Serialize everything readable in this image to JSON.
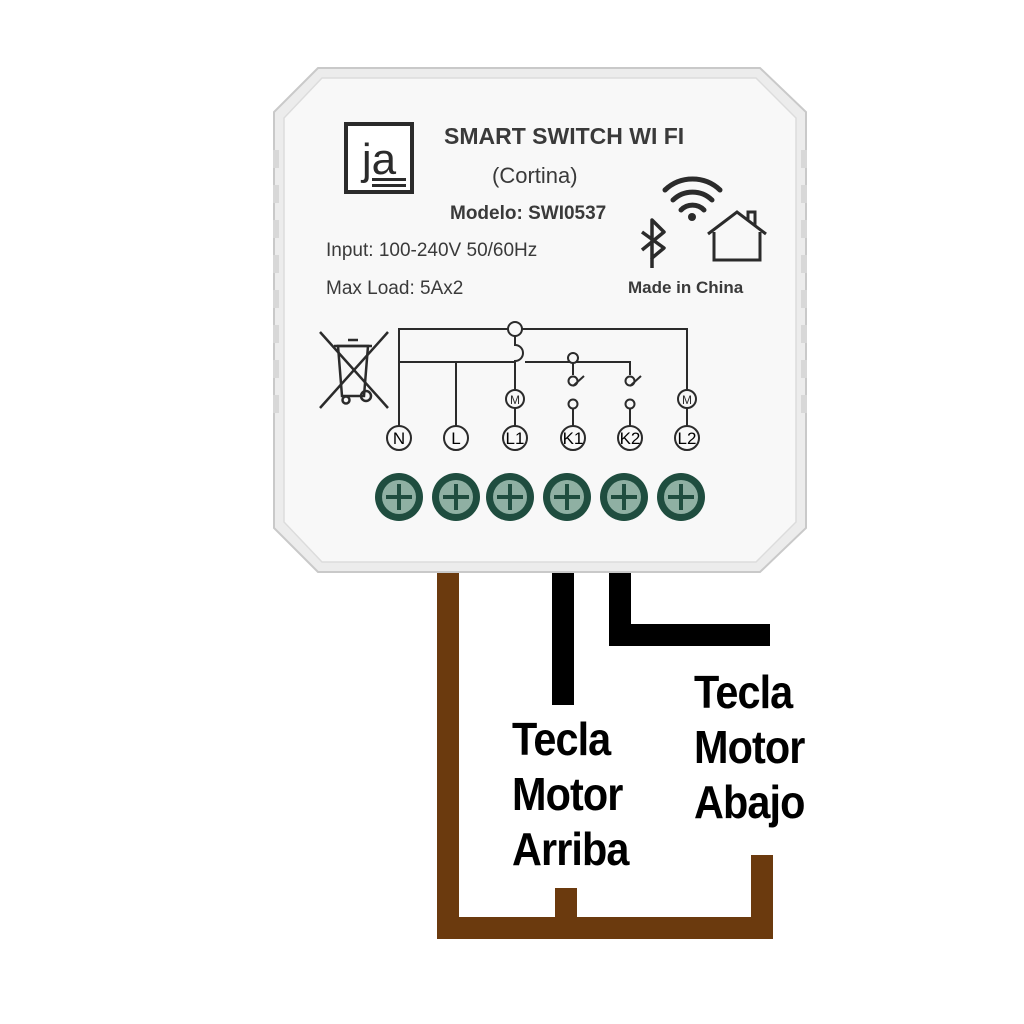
{
  "device": {
    "brand_logo": "ja",
    "title": "SMART SWITCH WI FI",
    "subtitle": "(Cortina)",
    "model": "Modelo: SWI0537",
    "input": "Input: 100-240V 50/60Hz",
    "max_load": "Max Load: 5Ax2",
    "origin": "Made in China",
    "icons": [
      "wifi-icon",
      "bluetooth-icon",
      "home-icon",
      "weee-bin-icon"
    ]
  },
  "diagram": {
    "terminals": [
      "N",
      "L",
      "L1",
      "K1",
      "K2",
      "L2"
    ],
    "motor_symbol": "M"
  },
  "wire_labels": {
    "up": [
      "Tecla",
      "Motor",
      "Arriba"
    ],
    "down": [
      "Tecla",
      "Motor",
      "Abajo"
    ]
  },
  "colors": {
    "live_wire": "#6b3a0e",
    "switch_wire": "#000000",
    "terminal_screw": "#2f6b57",
    "housing": "#f7f7f7"
  }
}
